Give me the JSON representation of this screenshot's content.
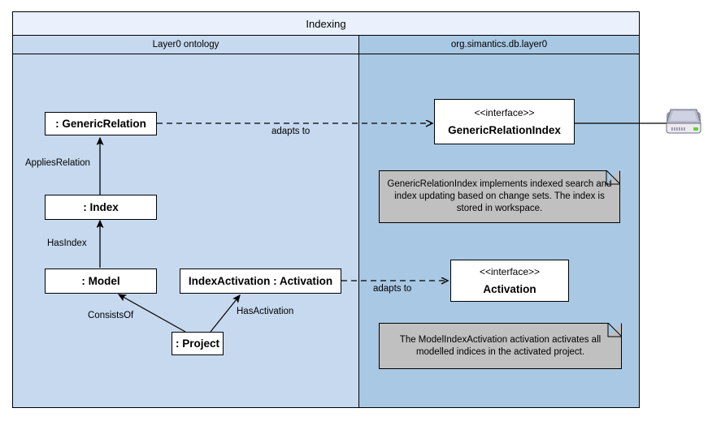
{
  "diagram": {
    "title": "Indexing",
    "columns": [
      {
        "id": "left",
        "header": "Layer0 ontology"
      },
      {
        "id": "right",
        "header": "org.simantics.db.layer0"
      }
    ],
    "nodes": [
      {
        "id": "generic-relation",
        "label": ": GenericRelation"
      },
      {
        "id": "index",
        "label": ": Index"
      },
      {
        "id": "model",
        "label": ": Model"
      },
      {
        "id": "project",
        "label": ": Project"
      },
      {
        "id": "index-activation",
        "label": "IndexActivation : Activation"
      },
      {
        "id": "generic-relation-index",
        "stereotype": "<<interface>>",
        "label": "GenericRelationIndex"
      },
      {
        "id": "activation",
        "stereotype": "<<interface>>",
        "label": "Activation"
      }
    ],
    "edges": [
      {
        "id": "applies-relation",
        "label": "AppliesRelation",
        "from": "index",
        "to": "generic-relation",
        "style": "solid-arrow"
      },
      {
        "id": "has-index",
        "label": "HasIndex",
        "from": "model",
        "to": "index",
        "style": "solid-arrow"
      },
      {
        "id": "consists-of",
        "label": "ConsistsOf",
        "from": "project",
        "to": "model",
        "style": "solid-arrow"
      },
      {
        "id": "has-activation",
        "label": "HasActivation",
        "from": "project",
        "to": "index-activation",
        "style": "solid-arrow"
      },
      {
        "id": "adapts-to-1",
        "label": "adapts to",
        "from": "generic-relation",
        "to": "generic-relation-index",
        "style": "dashed-arrow"
      },
      {
        "id": "adapts-to-2",
        "label": "adapts to",
        "from": "index-activation",
        "to": "activation",
        "style": "dashed-arrow"
      }
    ],
    "notes": [
      {
        "id": "note-index",
        "text": "GenericRelationIndex implements indexed search and index updating based on change sets. The index is stored in workspace."
      },
      {
        "id": "note-activation",
        "text": "The ModelIndexActivation activation activates all modelled indices in the activated project."
      }
    ],
    "artifacts": [
      {
        "id": "workspace-drive",
        "icon": "hard-drive-icon"
      }
    ],
    "colors": {
      "title_band": "#eaf1fd",
      "left_column": "#c6d9ef",
      "right_column": "#a9c8e3",
      "note_fill": "#c0c0c0",
      "node_fill": "#ffffff",
      "line": "#000000"
    }
  }
}
